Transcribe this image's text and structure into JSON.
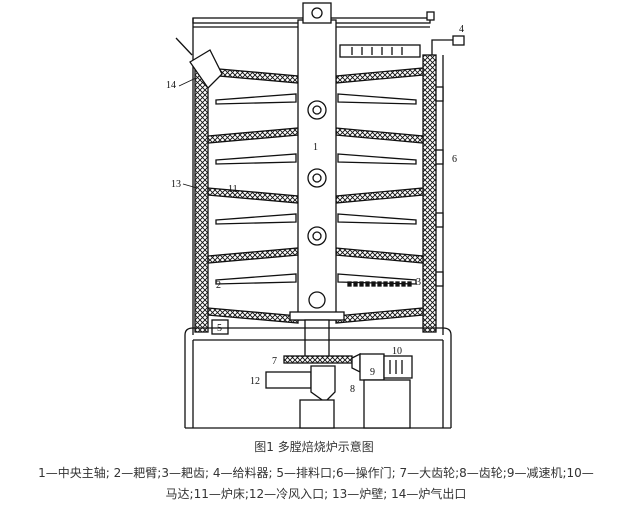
{
  "figure": {
    "caption": "图1 多膛焙烧炉示意图",
    "legend_text": "1—中央主轴; 2—耙臂;3—耙齿; 4—给料器; 5—排料口;6—操作门; 7—大齿轮;8—齿轮;9—减速机;10—马达;11—炉床;12—冷风入口; 13—炉壁; 14—炉气出口",
    "legend": [
      {
        "num": "1",
        "name": "中央主轴"
      },
      {
        "num": "2",
        "name": "耙臂"
      },
      {
        "num": "3",
        "name": "耙齿"
      },
      {
        "num": "4",
        "name": "给料器"
      },
      {
        "num": "5",
        "name": "排料口"
      },
      {
        "num": "6",
        "name": "操作门"
      },
      {
        "num": "7",
        "name": "大齿轮"
      },
      {
        "num": "8",
        "name": "齿轮"
      },
      {
        "num": "9",
        "name": "减速机"
      },
      {
        "num": "10",
        "name": "马达"
      },
      {
        "num": "11",
        "name": "炉床"
      },
      {
        "num": "12",
        "name": "冷风入口"
      },
      {
        "num": "13",
        "name": "炉壁"
      },
      {
        "num": "14",
        "name": "炉气出口"
      }
    ],
    "callouts": {
      "c1": "1",
      "c2": "2",
      "c3": "3",
      "c4": "4",
      "c5": "5",
      "c6": "6",
      "c7": "7",
      "c8": "8",
      "c9": "9",
      "c10": "10",
      "c11": "11",
      "c12": "12",
      "c13": "13",
      "c14": "14"
    },
    "colors": {
      "ink": "#111111",
      "paper": "#ffffff",
      "caption_text": "#333333"
    }
  }
}
